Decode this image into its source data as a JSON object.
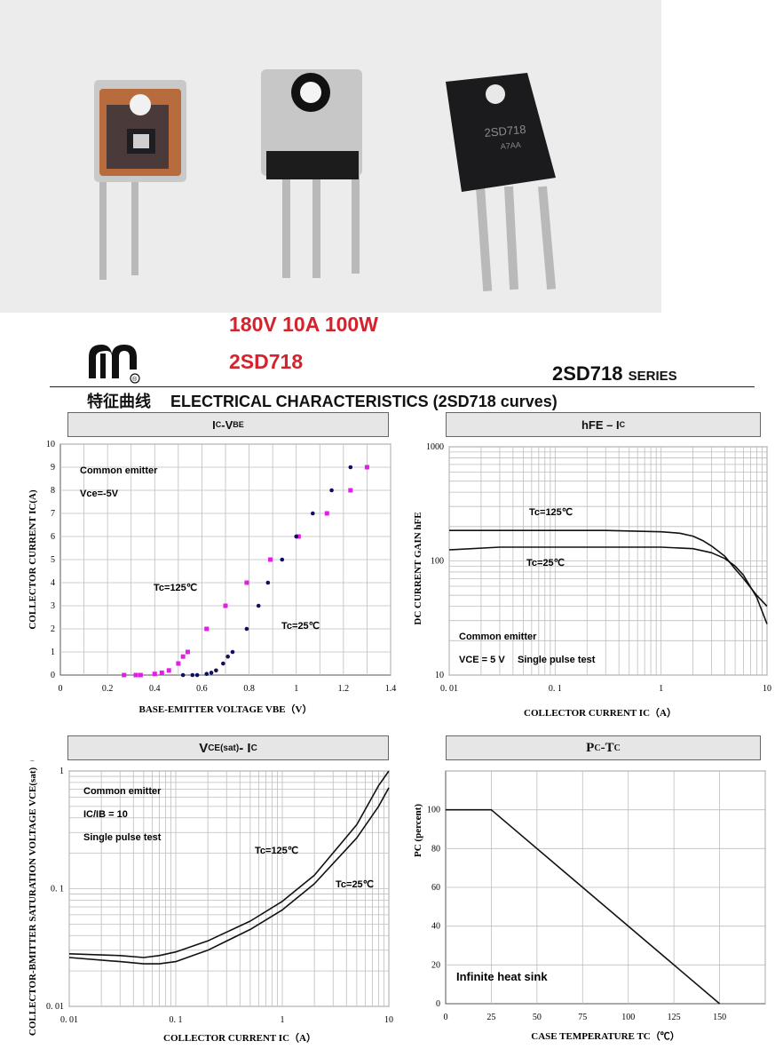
{
  "header": {
    "spec_line": "180V 10A  100W",
    "part_number": "2SD718",
    "series_part": "2SD718",
    "series_word": "SERIES",
    "section_cn": "特征曲线",
    "section_en": "ELECTRICAL CHARACTERISTICS (2SD718 curves)",
    "logo_badge": "®"
  },
  "photo": {
    "chip_marking_1": "2SD718",
    "chip_marking_2": "A7AA"
  },
  "colors": {
    "spec_red": "#d6222d",
    "tc125_series": "#e020e0",
    "tc25_series": "#101060"
  },
  "chart_data": [
    {
      "type": "scatter",
      "title": "IC-VBE",
      "xlabel": "BASE-EMITTER VOLTAGE   VBE（V）",
      "ylabel": "COLLECTOR CURRENT   IC(A)",
      "xlim": [
        0,
        1.4
      ],
      "ylim": [
        0,
        10
      ],
      "xticks": [
        "0",
        "0.2",
        "0.4",
        "0.6",
        "0.8",
        "1",
        "1.2",
        "1.4"
      ],
      "yticks": [
        "0",
        "1",
        "2",
        "3",
        "4",
        "5",
        "6",
        "7",
        "8",
        "9",
        "10"
      ],
      "annotations": [
        "Common emitter",
        "Vce=-5V",
        "Tc=125℃",
        "Tc=25℃"
      ],
      "series": [
        {
          "name": "Tc=125℃",
          "x": [
            0.27,
            0.32,
            0.34,
            0.4,
            0.43,
            0.46,
            0.5,
            0.52,
            0.54,
            0.62,
            0.7,
            0.79,
            0.89,
            1.01,
            1.13,
            1.23,
            1.3
          ],
          "y": [
            0,
            0,
            0,
            0.05,
            0.1,
            0.2,
            0.5,
            0.8,
            1,
            2,
            3,
            4,
            5,
            6,
            7,
            8,
            9
          ]
        },
        {
          "name": "Tc=25℃",
          "x": [
            0.52,
            0.56,
            0.58,
            0.62,
            0.64,
            0.66,
            0.69,
            0.71,
            0.73,
            0.79,
            0.84,
            0.88,
            0.94,
            1.0,
            1.07,
            1.15,
            1.23
          ],
          "y": [
            0,
            0,
            0,
            0.05,
            0.1,
            0.2,
            0.5,
            0.8,
            1,
            2,
            3,
            4,
            5,
            6,
            7,
            8,
            9
          ]
        }
      ]
    },
    {
      "type": "line",
      "title": "hFE – IC",
      "xlabel": "COLLECTOR CURRENT     IC（A）",
      "ylabel": "DC CURRENT GAIN   hFE",
      "xscale": "log",
      "yscale": "log",
      "xlim": [
        0.01,
        10
      ],
      "ylim": [
        10,
        1000
      ],
      "xticks": [
        "0. 01",
        "0. 1",
        "1",
        "10"
      ],
      "yticks": [
        "10",
        "100",
        "1000"
      ],
      "annotations": [
        "Common emitter",
        "VCE = 5 V",
        "Single pulse test",
        "Tc=125℃",
        "Tc=25℃"
      ],
      "series": [
        {
          "name": "Tc=125℃",
          "x": [
            0.01,
            0.05,
            0.3,
            1,
            1.5,
            2,
            2.5,
            3,
            4,
            5,
            6,
            8,
            10
          ],
          "y": [
            185,
            185,
            185,
            180,
            175,
            165,
            150,
            135,
            110,
            85,
            70,
            50,
            40
          ]
        },
        {
          "name": "Tc=25℃",
          "x": [
            0.01,
            0.03,
            0.3,
            1,
            2,
            3,
            4,
            5,
            6,
            8,
            10
          ],
          "y": [
            125,
            132,
            132,
            132,
            128,
            118,
            105,
            90,
            75,
            48,
            28
          ]
        }
      ]
    },
    {
      "type": "line",
      "title": "VCE(sat)- IC",
      "xlabel": "COLLECTOR CURRENT     IC（A）",
      "ylabel": "COLLECTOR-BMITTER SATURATION VOLTAGE   VCE(sat)（V）",
      "xscale": "log",
      "yscale": "log",
      "xlim": [
        0.01,
        10
      ],
      "ylim": [
        0.01,
        1
      ],
      "xticks": [
        "0. 01",
        "0. 1",
        "1",
        "10"
      ],
      "yticks": [
        "0. 01",
        "0. 1",
        "1"
      ],
      "annotations": [
        "Common emitter",
        "IC/IB = 10",
        "Single pulse test",
        "Tc=125℃",
        "Tc=25℃"
      ],
      "series": [
        {
          "name": "Tc=125℃",
          "x": [
            0.01,
            0.03,
            0.05,
            0.07,
            0.1,
            0.2,
            0.5,
            1,
            2,
            5,
            8,
            10
          ],
          "y": [
            0.028,
            0.027,
            0.026,
            0.027,
            0.029,
            0.036,
            0.053,
            0.078,
            0.13,
            0.35,
            0.75,
            1
          ]
        },
        {
          "name": "Tc=25℃",
          "x": [
            0.01,
            0.03,
            0.05,
            0.07,
            0.1,
            0.2,
            0.5,
            1,
            2,
            5,
            8,
            10
          ],
          "y": [
            0.026,
            0.024,
            0.023,
            0.023,
            0.024,
            0.03,
            0.045,
            0.066,
            0.11,
            0.27,
            0.5,
            0.72
          ]
        }
      ]
    },
    {
      "type": "line",
      "title": "PC-TC",
      "xlabel": "CASE TEMPERATURE   TC（℃）",
      "ylabel": "PC (percent)",
      "xlim": [
        0,
        175
      ],
      "ylim": [
        0,
        120
      ],
      "xticks": [
        "0",
        "25",
        "50",
        "75",
        "100",
        "125",
        "150"
      ],
      "yticks": [
        "0",
        "20",
        "40",
        "60",
        "80",
        "100"
      ],
      "annotations": [
        "Infinite heat sink"
      ],
      "series": [
        {
          "name": "",
          "x": [
            0,
            25,
            150
          ],
          "y": [
            100,
            100,
            0
          ]
        }
      ]
    }
  ]
}
